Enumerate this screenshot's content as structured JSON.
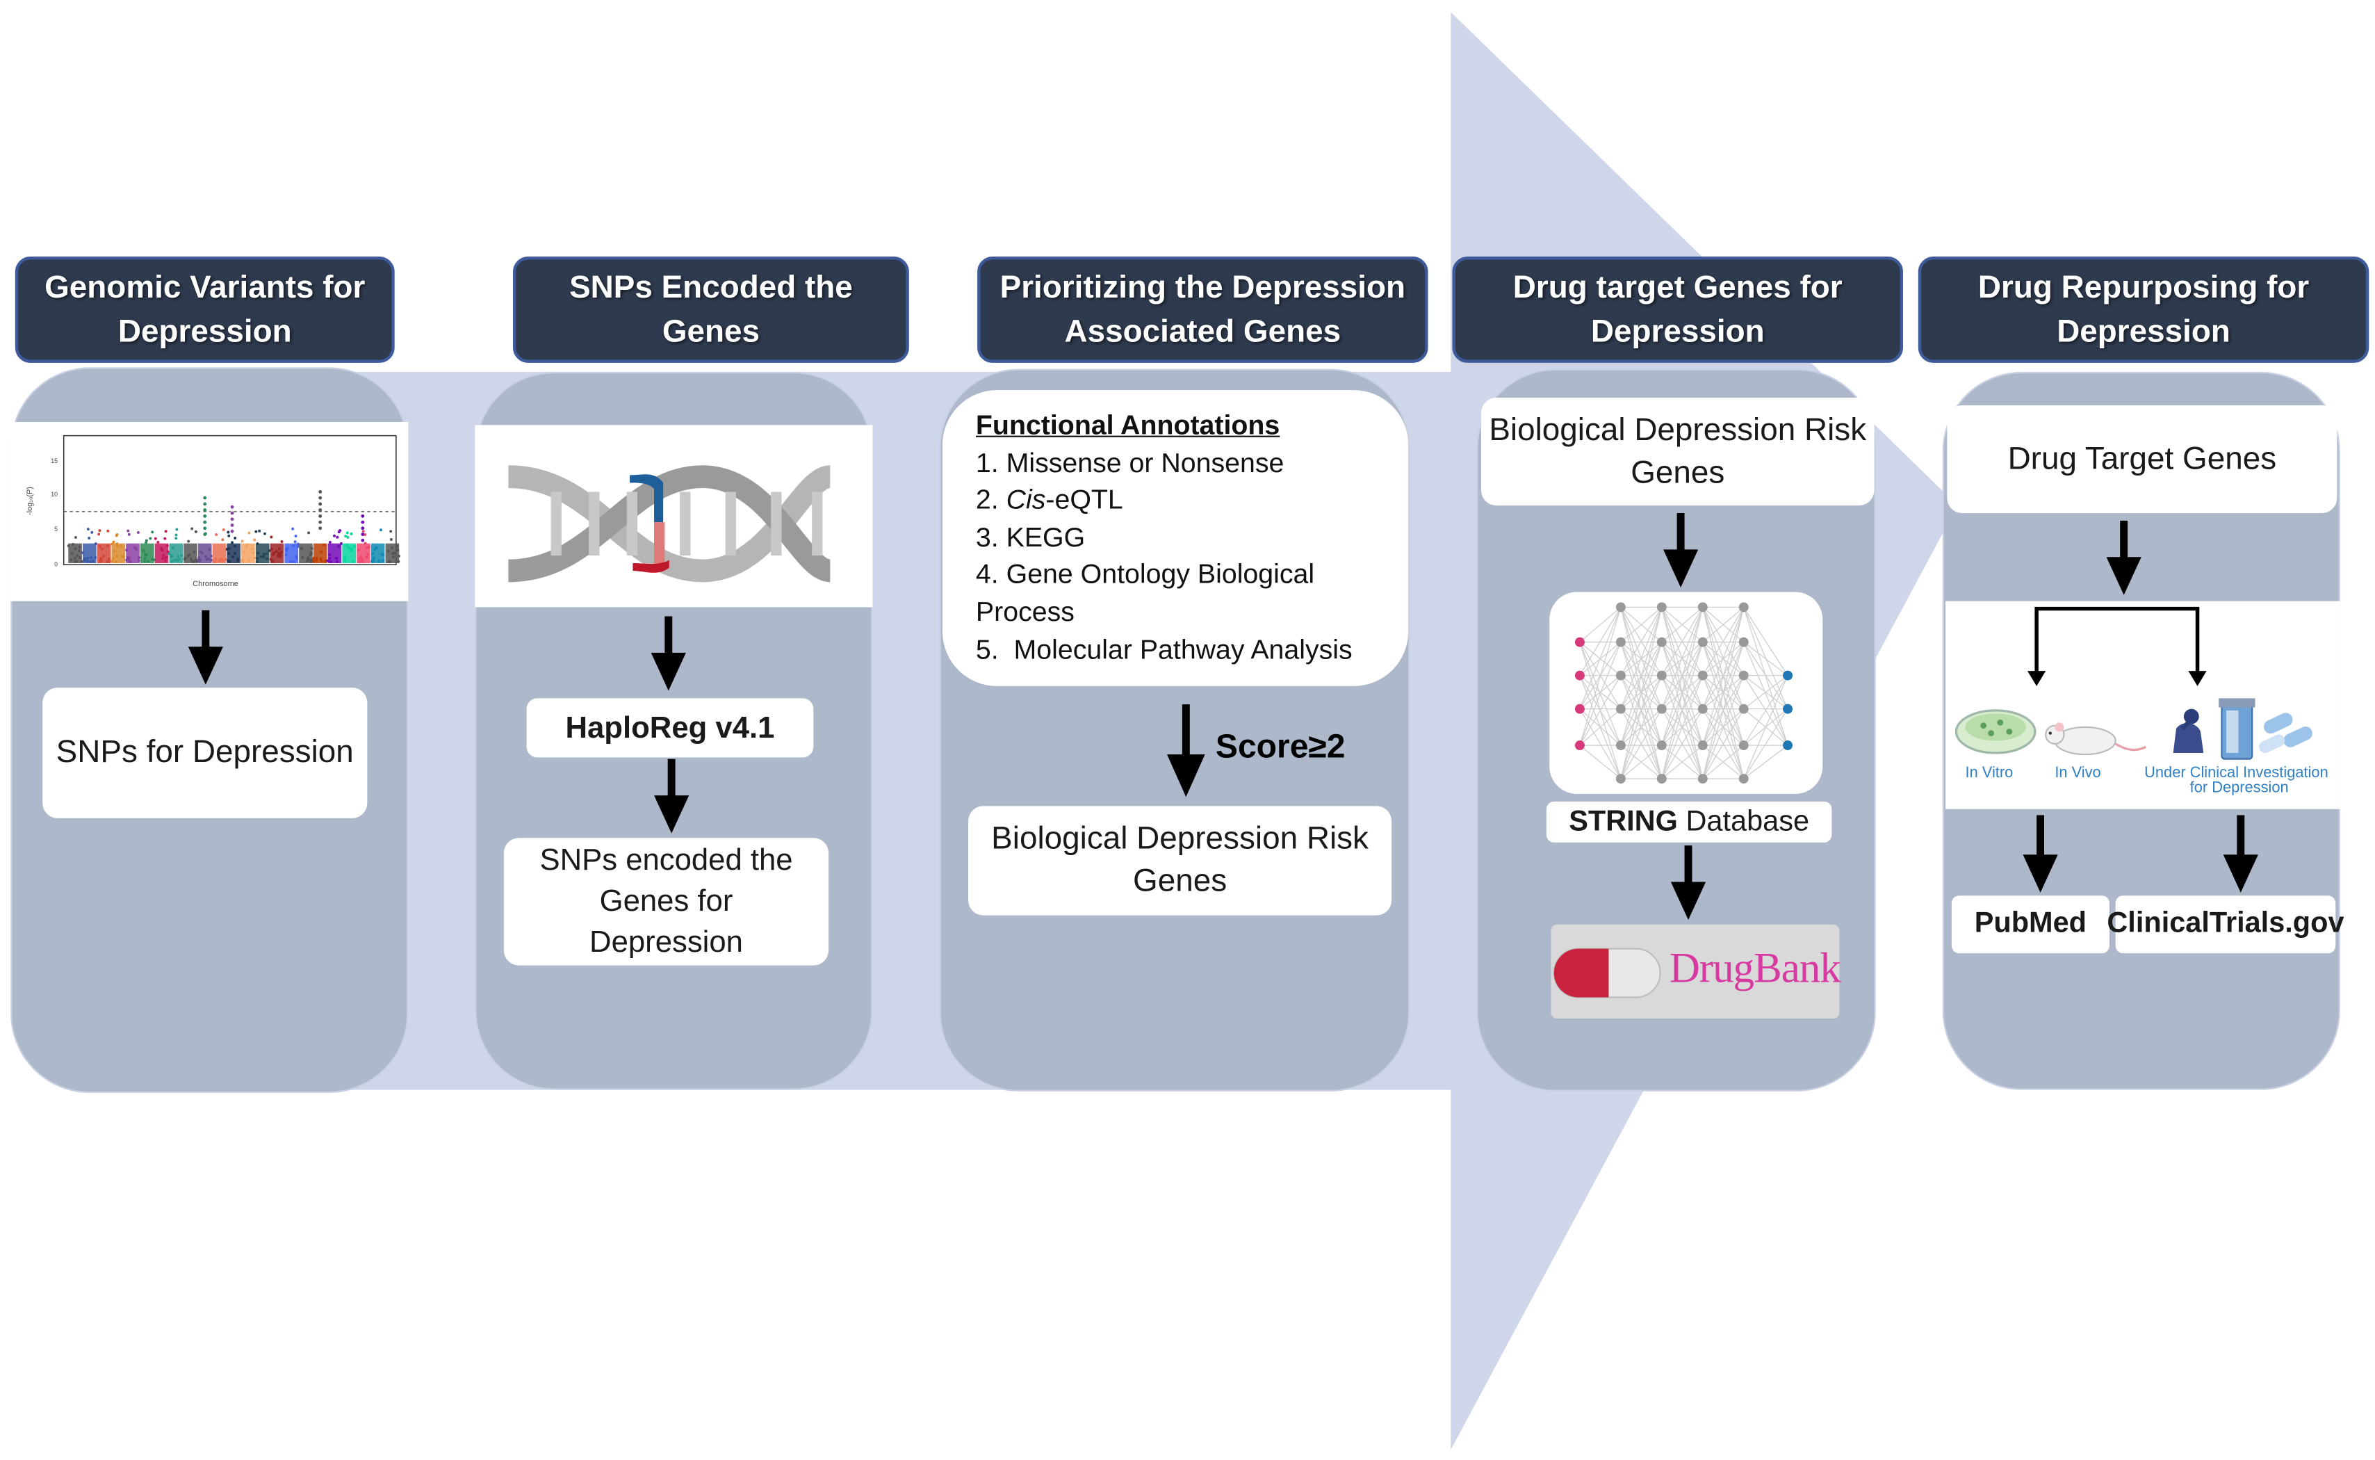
{
  "colors": {
    "header_bg": "#2e3a4e",
    "header_border": "#3f5a9a",
    "panel": "#adb9cb",
    "arrow_band": "#d0d6ea",
    "arrow_black": "#000000"
  },
  "steps": [
    {
      "header": "Genomic Variants for Depression",
      "image": "manhattan-plot",
      "boxes": [
        "SNPs for Depression"
      ]
    },
    {
      "header": "SNPs Encoded the Genes",
      "image": "dna-helix",
      "boxes": [
        "HaploReg v4.1",
        "SNPs encoded the Genes for Depression"
      ]
    },
    {
      "header": "Prioritizing the Depression Associated Genes",
      "annotations": {
        "title": "Functional  Annotations",
        "items": [
          "1. Missense or Nonsense",
          "2. ",
          "Cis",
          "-eQTL",
          "3. KEGG",
          "4. Gene Ontology Biological",
          "Process",
          "5.  Molecular Pathway Analysis"
        ]
      },
      "score_label": "Score≥2",
      "boxes": [
        "Biological Depression Risk Genes"
      ]
    },
    {
      "header": "Drug target Genes for Depression",
      "boxes": [
        "Biological Depression Risk Genes"
      ],
      "image": "network-graph",
      "string_bold": "STRING",
      "string_rest": " Database",
      "drugbank": "DrugBank"
    },
    {
      "header": "Drug Repurposing for Depression",
      "boxes": [
        "Drug Target Genes"
      ],
      "icon_labels": [
        "In Vitro",
        "In Vivo",
        "Under Clinical Investigation",
        "for Depression"
      ],
      "sources": [
        "PubMed",
        "ClinicalTrials.gov"
      ]
    }
  ],
  "manhattan": {
    "xlabel": "Chromosome",
    "ylabel": "-log₁₀(P)",
    "yticks": [
      "0",
      "5",
      "10",
      "15"
    ]
  }
}
